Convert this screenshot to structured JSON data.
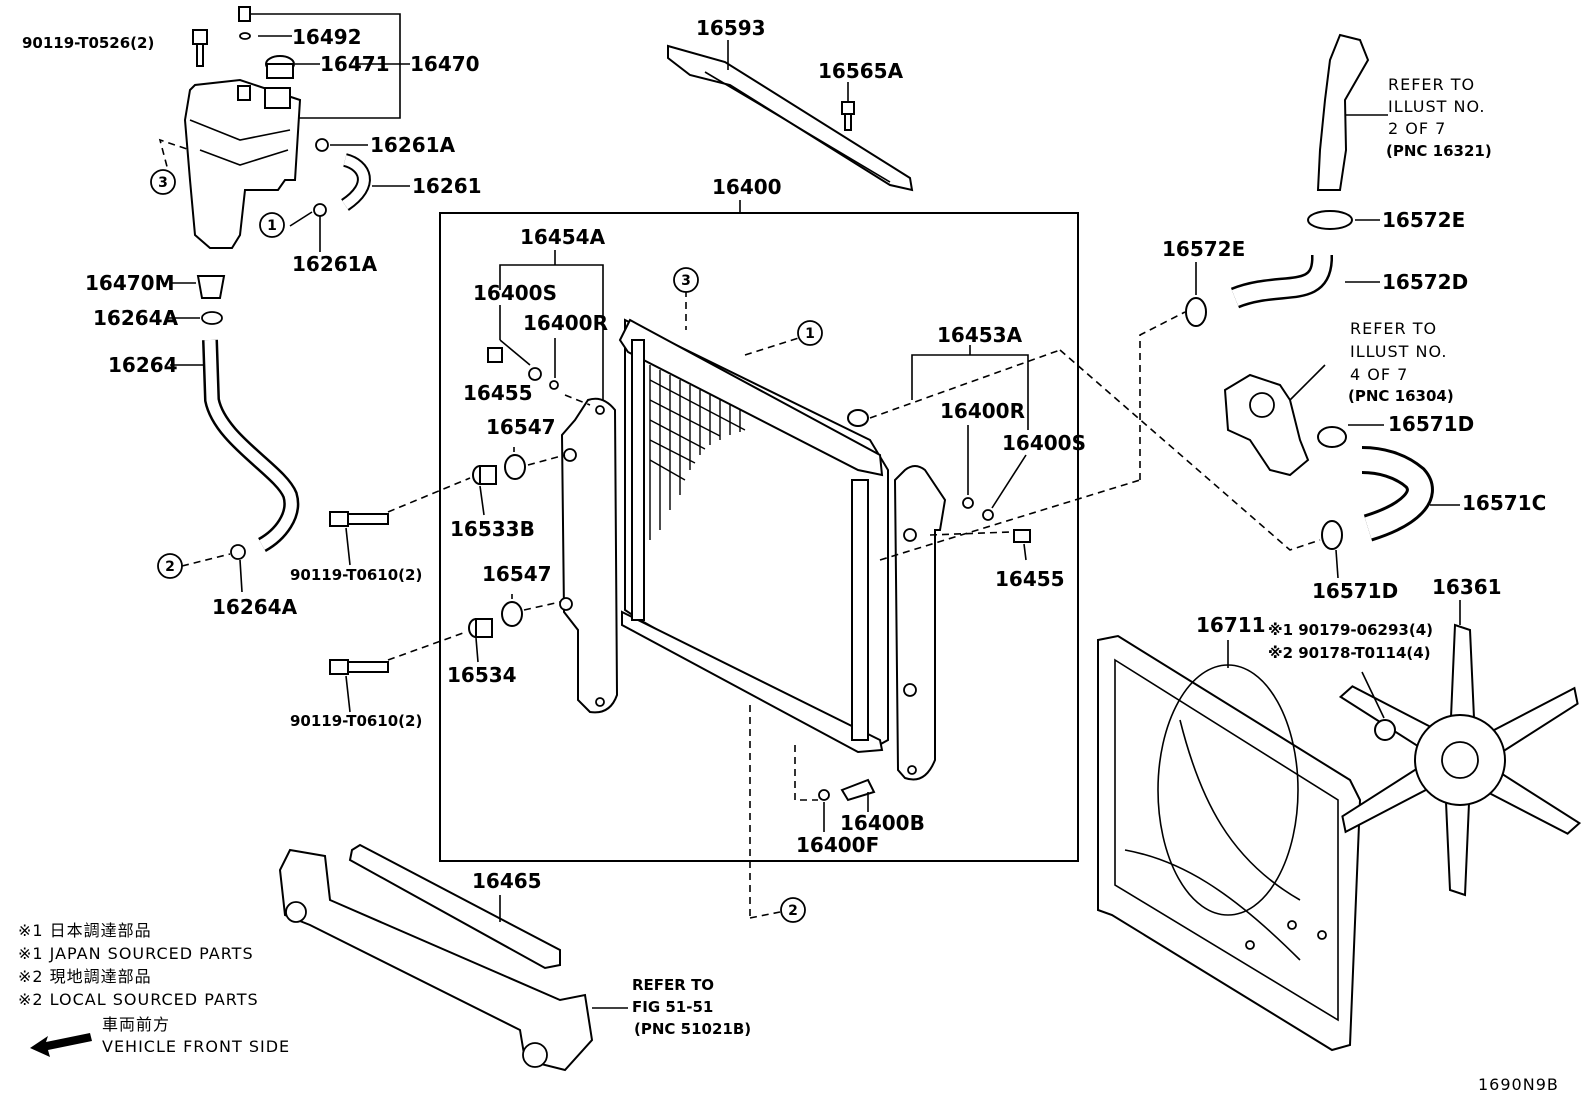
{
  "diagram_id": "1690N9B",
  "parts": {
    "p90119_t0526": "90119-T0526(2)",
    "p16492": "16492",
    "p16471": "16471",
    "p16470": "16470",
    "p16261A_top": "16261A",
    "p16261": "16261",
    "p16261A_bottom": "16261A",
    "p16470M": "16470M",
    "p16264A_top": "16264A",
    "p16264": "16264",
    "p16264A_bottom": "16264A",
    "p16593": "16593",
    "p16565A": "16565A",
    "p16400": "16400",
    "p16454A": "16454A",
    "p16400S_left": "16400S",
    "p16400R_left": "16400R",
    "p16455_left": "16455",
    "p16547_top": "16547",
    "p16533B": "16533B",
    "p90119_t0610_top": "90119-T0610(2)",
    "p16547_bottom": "16547",
    "p16534": "16534",
    "p90119_t0610_bottom": "90119-T0610(2)",
    "p16453A": "16453A",
    "p16400R_right": "16400R",
    "p16400S_right": "16400S",
    "p16455_right": "16455",
    "p16400B": "16400B",
    "p16400F": "16400F",
    "p16465": "16465",
    "p16572E_top": "16572E",
    "p16572E_left": "16572E",
    "p16572D": "16572D",
    "p16571D_top": "16571D",
    "p16571C": "16571C",
    "p16571D_bottom": "16571D",
    "p16361": "16361",
    "p16711": "16711",
    "p_note1_part": "※1 90179-06293(4)",
    "p_note2_part": "※2 90178-T0114(4)"
  },
  "refs": {
    "illust2": [
      "REFER TO",
      "ILLUST NO.",
      "2 OF 7",
      "(PNC 16321)"
    ],
    "illust4": [
      "REFER TO",
      "ILLUST NO.",
      "4 OF 7",
      "(PNC 16304)"
    ],
    "fig51": [
      "REFER TO",
      "FIG 51-51",
      "(PNC 51021B)"
    ]
  },
  "connectors": [
    "1",
    "2",
    "3"
  ],
  "legend": {
    "l1_jp": "※1 日本調達部品",
    "l1_en": "※1 JAPAN SOURCED PARTS",
    "l2_jp": "※2 現地調達部品",
    "l2_en": "※2 LOCAL SOURCED PARTS",
    "front_jp": "車両前方",
    "front_en": "VEHICLE FRONT SIDE"
  }
}
